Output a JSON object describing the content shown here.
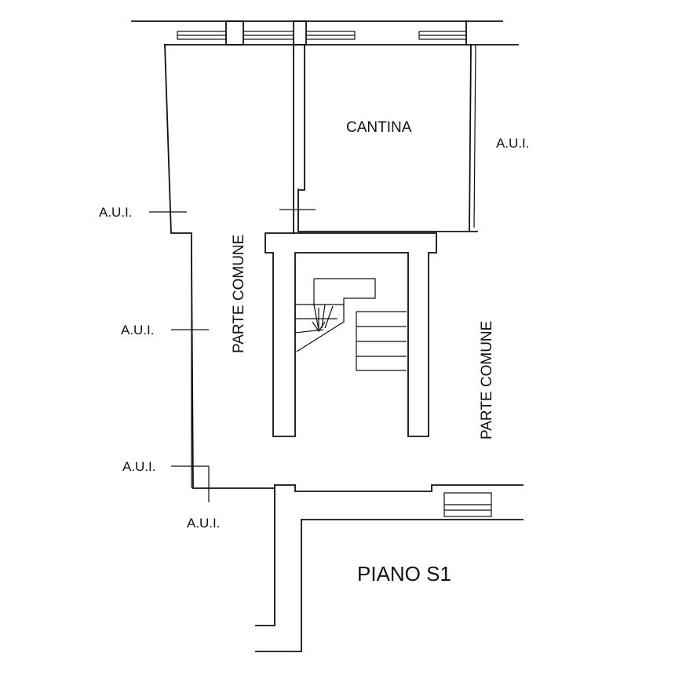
{
  "labels": {
    "cantina": "CANTINA",
    "floor_title": "PIANO S1",
    "parte_comune_left": "PARTE COMUNE",
    "parte_comune_right": "PARTE COMUNE",
    "aui_top_right": "A.U.I.",
    "aui_left_upper": "A.U.I.",
    "aui_left_middle": "A.U.I.",
    "aui_left_lower": "A.U.I.",
    "aui_bottom": "A.U.I."
  },
  "colors": {
    "line": "#111111",
    "background": "#ffffff"
  }
}
